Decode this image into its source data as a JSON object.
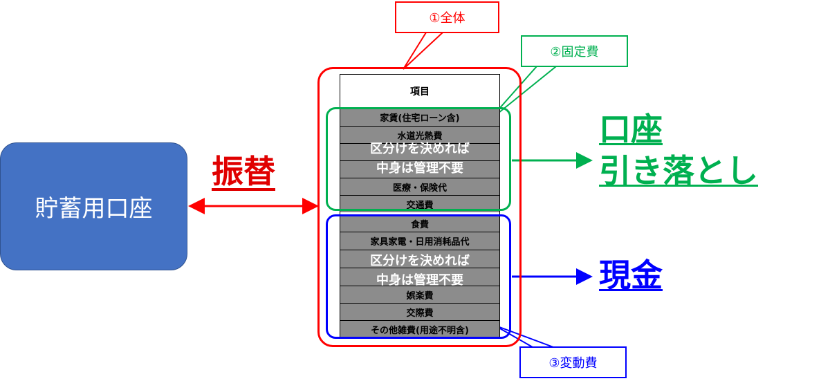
{
  "savings_account": "貯蓄用口座",
  "transfer_label": "振替",
  "table": {
    "header": "項目",
    "fixed_rows": [
      "家賃(住宅ローン含)",
      "水道光熱費",
      "",
      "",
      "医療・保険代",
      "交通費"
    ],
    "variable_rows": [
      "食費",
      "家具家電・日用消耗品代",
      "",
      "",
      "娯楽費",
      "交際費",
      "その他雑費(用途不明含)"
    ]
  },
  "overlay_text": {
    "fixed": [
      "区分けを決めれば",
      "中身は管理不要"
    ],
    "variable": [
      "区分けを決めれば",
      "中身は管理不要"
    ]
  },
  "callouts": {
    "all": "①全体",
    "fixed": "②固定費",
    "variable": "③変動費"
  },
  "results": {
    "bank": [
      "口座",
      "引き落とし"
    ],
    "cash": "現金"
  },
  "colors": {
    "all": "#ff0000",
    "fixed": "#00b050",
    "variable": "#0000ff",
    "savings_box": "#4472c4",
    "row_fill": "#8c8c8c"
  }
}
